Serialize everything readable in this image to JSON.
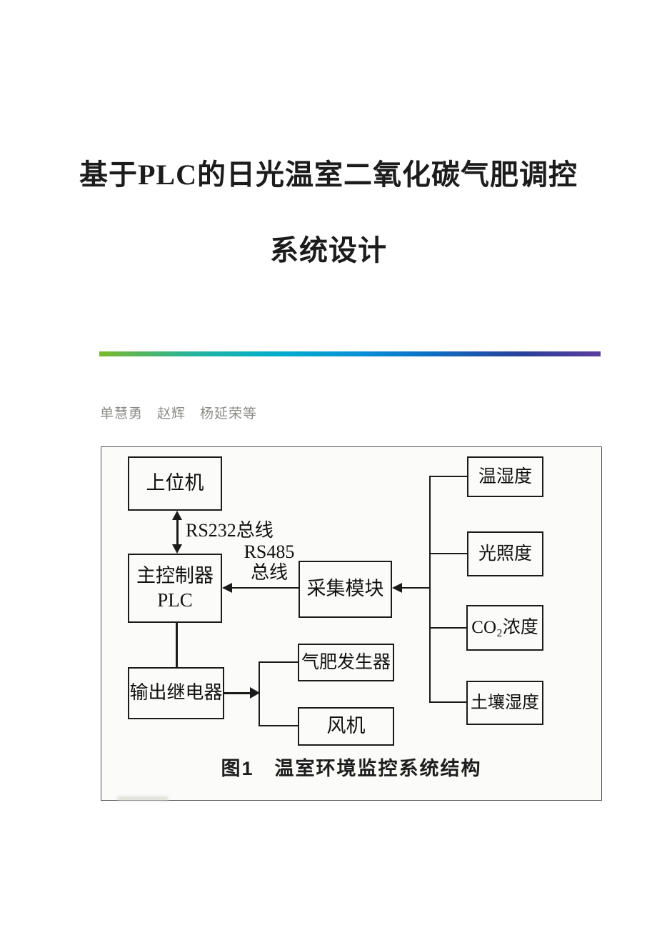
{
  "page": {
    "title": {
      "line1": "基于PLC的日光温室二氧化碳气肥调控",
      "line2": "系统设计"
    },
    "authors": "单慧勇　赵辉　杨延荣等",
    "divider_colors": [
      "#7cb82b",
      "#00aecb",
      "#0a90d6",
      "#28419a",
      "#5c3d9c"
    ]
  },
  "figure": {
    "caption": "图1　温室环境监控系统结构",
    "line_color": "#1b1b1b",
    "bus_labels": {
      "rs232": "RS232总线",
      "rs485_line1": "RS485",
      "rs485_line2": "总线"
    },
    "nodes": {
      "host": "上位机",
      "plc_line1": "主控制器",
      "plc_line2": "PLC",
      "relay": "输出继电器",
      "collector": "采集模块",
      "gas_generator": "气肥发生器",
      "fan": "风机",
      "sensors": [
        "温湿度",
        "光照度",
        "CO₂浓度",
        "土壤湿度"
      ]
    }
  }
}
